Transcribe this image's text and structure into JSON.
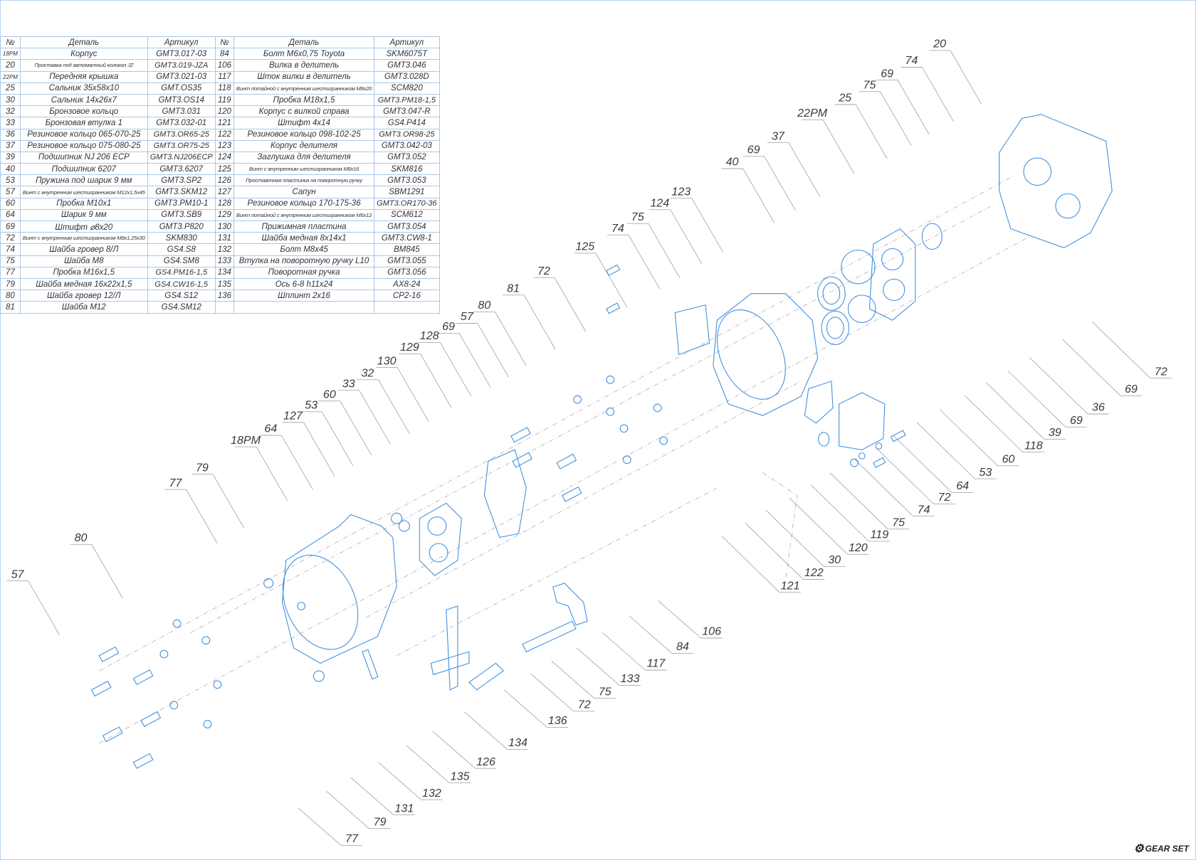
{
  "table": {
    "headers": {
      "num": "№",
      "part": "Деталь",
      "article": "Артикул"
    },
    "left": [
      {
        "num": "18PM",
        "part": "Корпус",
        "article": "GMT3.017-03"
      },
      {
        "num": "20",
        "part": "Проставка под автоматный колокол JZ",
        "article": "GMT3.019-JZA"
      },
      {
        "num": "22PM",
        "part": "Передняя крышка",
        "article": "GMT3.021-03"
      },
      {
        "num": "25",
        "part": "Сальник 35x58x10",
        "article": "GMT.OS35"
      },
      {
        "num": "30",
        "part": "Сальник 14x26x7",
        "article": "GMT3.OS14"
      },
      {
        "num": "32",
        "part": "Бронзовое кольцо",
        "article": "GMT3.031"
      },
      {
        "num": "33",
        "part": "Бронзовая втулка 1",
        "article": "GMT3.032-01"
      },
      {
        "num": "36",
        "part": "Резиновое кольцо 065-070-25",
        "article": "GMT3.OR65-25"
      },
      {
        "num": "37",
        "part": "Резиновое кольцо 075-080-25",
        "article": "GMT3.OR75-25"
      },
      {
        "num": "39",
        "part": "Подшипник NJ 206 ECP",
        "article": "GMT3.NJ206ECP"
      },
      {
        "num": "40",
        "part": "Подшипник 6207",
        "article": "GMT3.6207"
      },
      {
        "num": "53",
        "part": "Пружина под шарик 9 мм",
        "article": "GMT3.SP2"
      },
      {
        "num": "57",
        "part": "Винт с внутренним шестигранником M12x1,5x45",
        "article": "GMT3.SKM12"
      },
      {
        "num": "60",
        "part": "Пробка M10x1",
        "article": "GMT3.PM10-1"
      },
      {
        "num": "64",
        "part": "Шарик 9 мм",
        "article": "GMT3.SB9"
      },
      {
        "num": "69",
        "part": "Штифт ⌀8x20",
        "article": "GMT3.P820"
      },
      {
        "num": "72",
        "part": "Винт с внутренним шестигранником M8x1,25x30",
        "article": "SKM830"
      },
      {
        "num": "74",
        "part": "Шайба гровер 8/Л",
        "article": "GS4.S8"
      },
      {
        "num": "75",
        "part": "Шайба M8",
        "article": "GS4.SM8"
      },
      {
        "num": "77",
        "part": "Пробка M16x1,5",
        "article": "GS4.PM16-1,5"
      },
      {
        "num": "79",
        "part": "Шайба медная 16x22x1,5",
        "article": "GS4.CW16-1,5"
      },
      {
        "num": "80",
        "part": "Шайба гровер 12/Л",
        "article": "GS4.S12"
      },
      {
        "num": "81",
        "part": "Шайба M12",
        "article": "GS4.SM12"
      }
    ],
    "right": [
      {
        "num": "84",
        "part": "Болт M6x0,75 Toyota",
        "article": "SKM6075T"
      },
      {
        "num": "106",
        "part": "Вилка в делитель",
        "article": "GMT3.046"
      },
      {
        "num": "117",
        "part": "Шток вилки в делитель",
        "article": "GMT3.028D"
      },
      {
        "num": "118",
        "part": "Винт потайной с внутренним шестигранником M8x20",
        "article": "SCM820"
      },
      {
        "num": "119",
        "part": "Пробка M18x1,5",
        "article": "GMT3.PM18-1,5"
      },
      {
        "num": "120",
        "part": "Корпус с вилкой справа",
        "article": "GMT3.047-R"
      },
      {
        "num": "121",
        "part": "Штифт 4x14",
        "article": "GS4.P414"
      },
      {
        "num": "122",
        "part": "Резиновое кольцо 098-102-25",
        "article": "GMT3.OR98-25"
      },
      {
        "num": "123",
        "part": "Корпус делителя",
        "article": "GMT3.042-03"
      },
      {
        "num": "124",
        "part": "Заглушка для делителя",
        "article": "GMT3.052"
      },
      {
        "num": "125",
        "part": "Винт с внутренним шестигранником M8x16",
        "article": "SKM816"
      },
      {
        "num": "126",
        "part": "Проставочная пластинка на поворотную ручку",
        "article": "GMT3.053"
      },
      {
        "num": "127",
        "part": "Сапун",
        "article": "SBM1291"
      },
      {
        "num": "128",
        "part": "Резиновое кольцо 170-175-36",
        "article": "GMT3.OR170-36"
      },
      {
        "num": "129",
        "part": "Винт потайной с внутренним шестигранником M6x12",
        "article": "SCM612"
      },
      {
        "num": "130",
        "part": "Прижимная пластина",
        "article": "GMT3.054"
      },
      {
        "num": "131",
        "part": "Шайба медная 8x14x1",
        "article": "GMT3.CW8-1"
      },
      {
        "num": "132",
        "part": "Болт M8x45",
        "article": "BM845"
      },
      {
        "num": "133",
        "part": "Втулка на поворотную ручку L10",
        "article": "GMT3.055"
      },
      {
        "num": "134",
        "part": "Поворотная ручка",
        "article": "GMT3.056"
      },
      {
        "num": "135",
        "part": "Ось 6-8 h11x24",
        "article": "AX8-24"
      },
      {
        "num": "136",
        "part": "Шплинт 2x16",
        "article": "CP2-16"
      }
    ]
  },
  "callouts": [
    "20",
    "74",
    "69",
    "75",
    "25",
    "22PM",
    "37",
    "69",
    "40",
    "123",
    "124",
    "75",
    "74",
    "125",
    "72",
    "81",
    "80",
    "57",
    "69",
    "128",
    "129",
    "130",
    "32",
    "33",
    "60",
    "53",
    "127",
    "64",
    "18PM",
    "79",
    "77",
    "80",
    "57",
    "72",
    "69",
    "36",
    "69",
    "39",
    "118",
    "60",
    "53",
    "64",
    "72",
    "74",
    "75",
    "119",
    "120",
    "30",
    "122",
    "121",
    "106",
    "84",
    "117",
    "133",
    "75",
    "72",
    "136",
    "134",
    "126",
    "135",
    "132",
    "131",
    "79",
    "77"
  ],
  "logo": {
    "text": "GEAR SET"
  },
  "colors": {
    "line": "#3d8fe0",
    "table_border": "#a9c8e8"
  }
}
